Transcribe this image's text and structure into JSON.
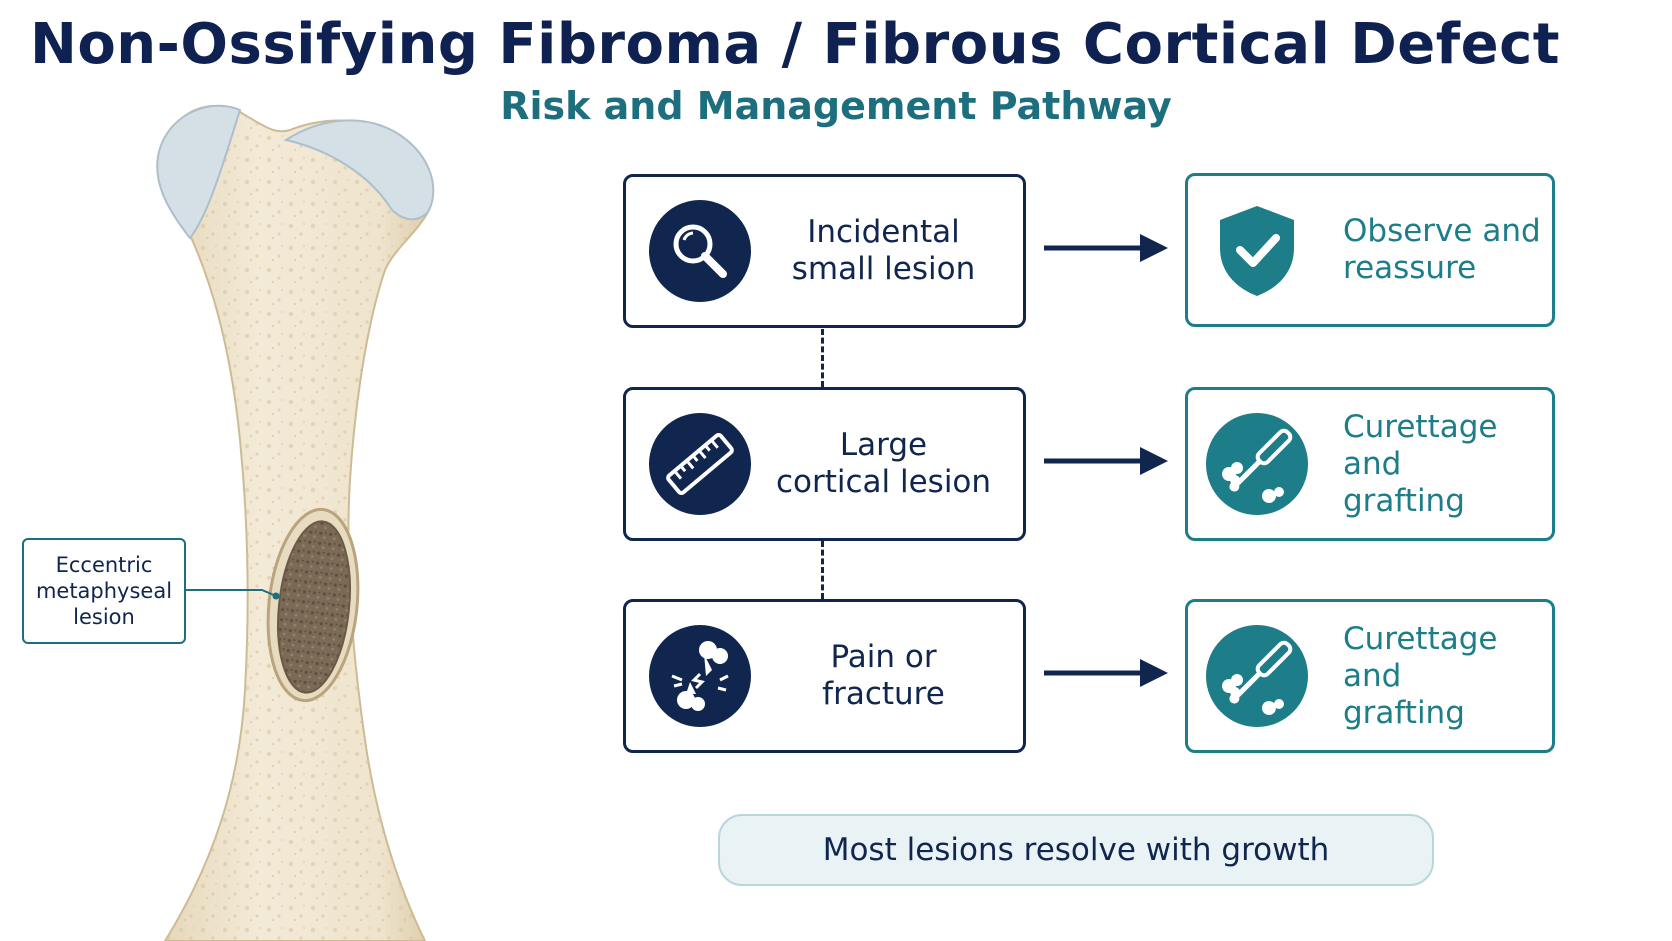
{
  "header": {
    "title": "Non-Ossifying Fibroma / Fibrous Cortical Defect",
    "subtitle": "Risk and Management Pathway"
  },
  "bone": {
    "callout_lines": [
      "Eccentric",
      "metaphyseal",
      "lesion"
    ]
  },
  "pathway": [
    {
      "condition": {
        "line1": "Incidental",
        "line2": "small lesion",
        "icon": "magnifier-icon"
      },
      "action": {
        "line1": "Observe and",
        "line2": "reassure",
        "icon": "shield-check-icon"
      }
    },
    {
      "condition": {
        "line1": "Large",
        "line2": "cortical lesion",
        "icon": "ruler-icon"
      },
      "action": {
        "line1": "Curettage and",
        "line2": "grafting",
        "icon": "curette-bone-icon"
      }
    },
    {
      "condition": {
        "line1": "Pain or",
        "line2": "fracture",
        "icon": "broken-bone-icon"
      },
      "action": {
        "line1": "Curettage and",
        "line2": "grafting",
        "icon": "curette-bone-icon"
      }
    }
  ],
  "summary": "Most lesions resolve with growth",
  "colors": {
    "navy": "#10264f",
    "teal": "#1d7d88",
    "bone": "#efe4cd",
    "cartilage": "#d5dfe6",
    "lesion": "#7b6a55",
    "summary_bg": "#e9f3f5"
  }
}
